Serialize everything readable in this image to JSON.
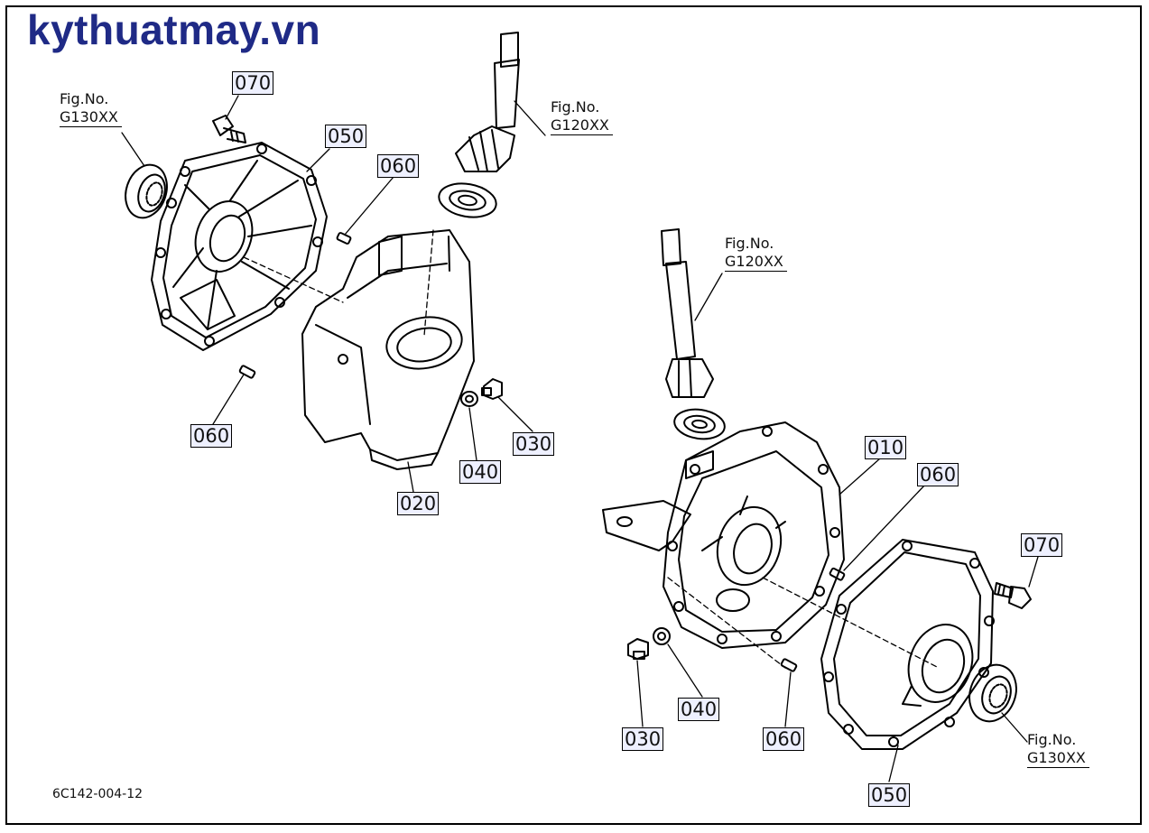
{
  "watermark": "kythuatmay.vn",
  "drawing_number": "6C142-004-12",
  "parts": {
    "left_070": "070",
    "left_050": "050",
    "left_060_top": "060",
    "left_060_bottom": "060",
    "left_020": "020",
    "left_040": "040",
    "left_030": "030",
    "right_010": "010",
    "right_060_top": "060",
    "right_070": "070",
    "right_040": "040",
    "right_030": "030",
    "right_060_bottom": "060",
    "right_050": "050"
  },
  "refs": {
    "left_g130": {
      "line1": "Fig.No.",
      "line2": "G130XX"
    },
    "left_g120": {
      "line1": "Fig.No.",
      "line2": "G120XX"
    },
    "right_g120": {
      "line1": "Fig.No.",
      "line2": "G120XX"
    },
    "right_g130": {
      "line1": "Fig.No.",
      "line2": "G130XX"
    }
  }
}
